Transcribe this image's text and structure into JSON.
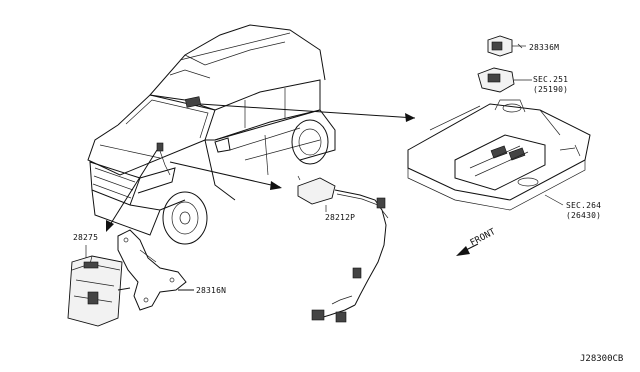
{
  "labels": {
    "part_28336M": "28336M",
    "part_sec251": "SEC.251",
    "part_25190": "(25190)",
    "part_28212P": "28212P",
    "part_sec264": "SEC.264",
    "part_26430": "(26430)",
    "part_28275": "28275",
    "part_28316N": "28316N",
    "front": "FRONT",
    "diagram_id": "J28300CB"
  }
}
